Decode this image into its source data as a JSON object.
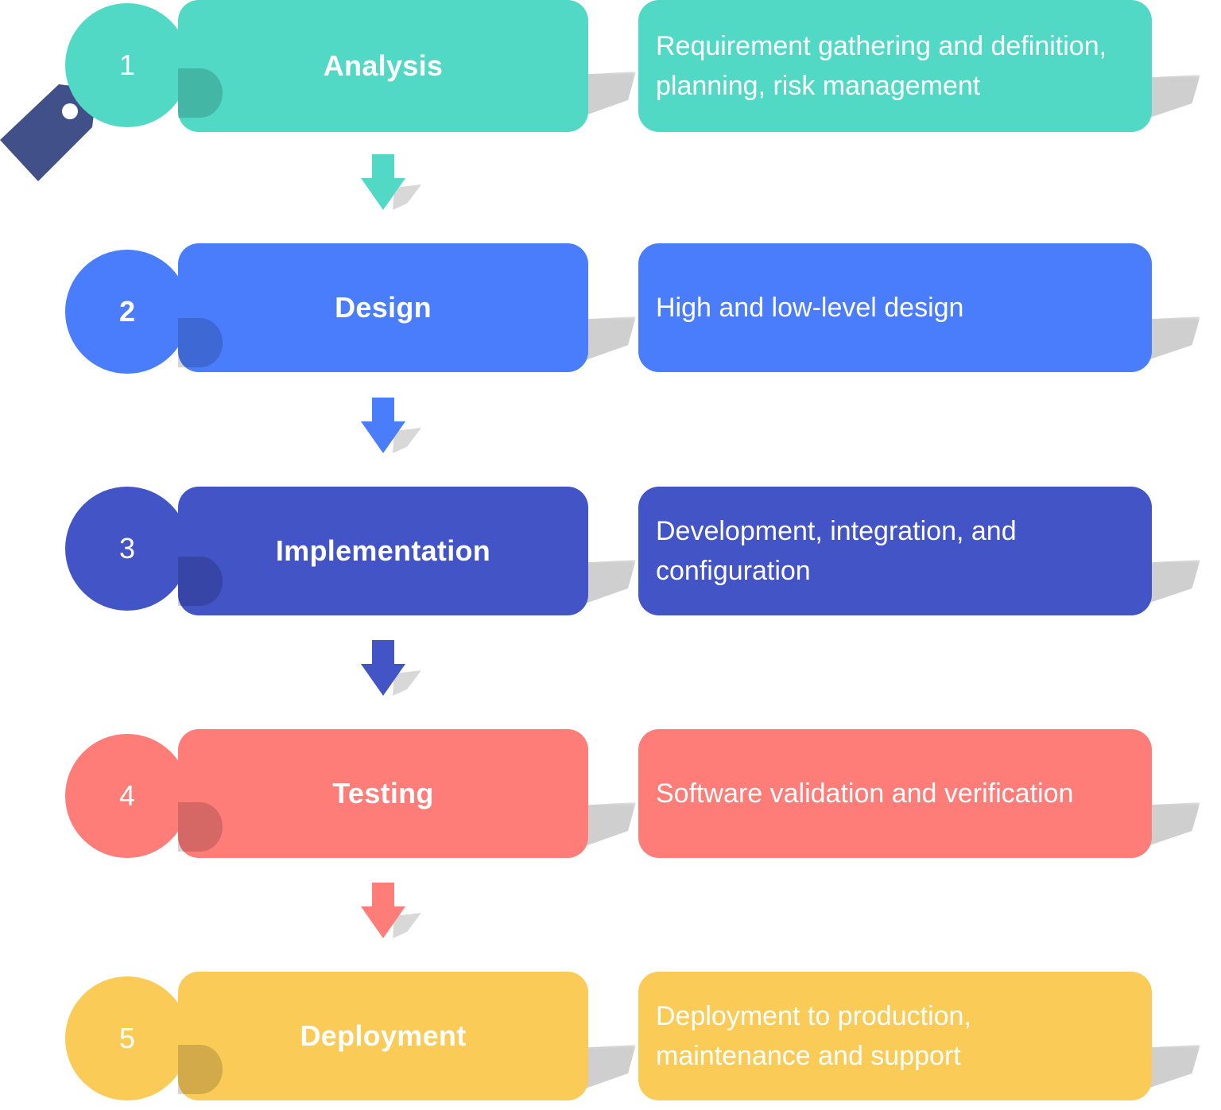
{
  "stages": [
    {
      "number": "1",
      "title": "Analysis",
      "description": "Requirement gathering and definition, planning, risk management",
      "color": "#52d9c6",
      "number_bold": false
    },
    {
      "number": "2",
      "title": "Design",
      "description": "High and low-level design",
      "color": "#4a7dfc",
      "number_bold": true
    },
    {
      "number": "3",
      "title": "Implementation",
      "description": "Development, integration, and configuration",
      "color": "#4254c6",
      "number_bold": false
    },
    {
      "number": "4",
      "title": "Testing",
      "description": "Software validation and verification",
      "color": "#fe7d78",
      "number_bold": false
    },
    {
      "number": "5",
      "title": "Deployment",
      "description": "Deployment to production, maintenance and support",
      "color": "#fbcb58",
      "number_bold": false
    }
  ],
  "icons": {
    "tag": "tag-icon",
    "arrow": "arrow-down-icon"
  },
  "tag_color": "#425089"
}
